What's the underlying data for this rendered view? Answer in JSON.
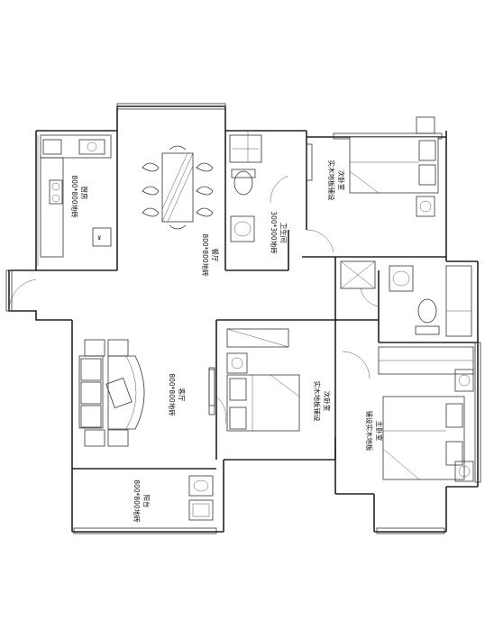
{
  "rooms": {
    "kitchen": {
      "name": "厨房",
      "floor": "800*800地砖"
    },
    "dining": {
      "name": "餐厅",
      "floor": "800*800地砖"
    },
    "bathroom": {
      "name": "卫生间",
      "floor": "300*300地砖"
    },
    "second_bedroom_top": {
      "name": "次卧室",
      "floor": "实木地板铺设"
    },
    "living": {
      "name": "客厅",
      "floor": "800*800地砖"
    },
    "second_bedroom_mid": {
      "name": "次卧室",
      "floor": "实木地板铺设"
    },
    "master_bedroom": {
      "name": "主卧室",
      "floor": "铺设实木地板"
    },
    "balcony": {
      "name": "阳台",
      "floor": "800*800地砖"
    }
  }
}
